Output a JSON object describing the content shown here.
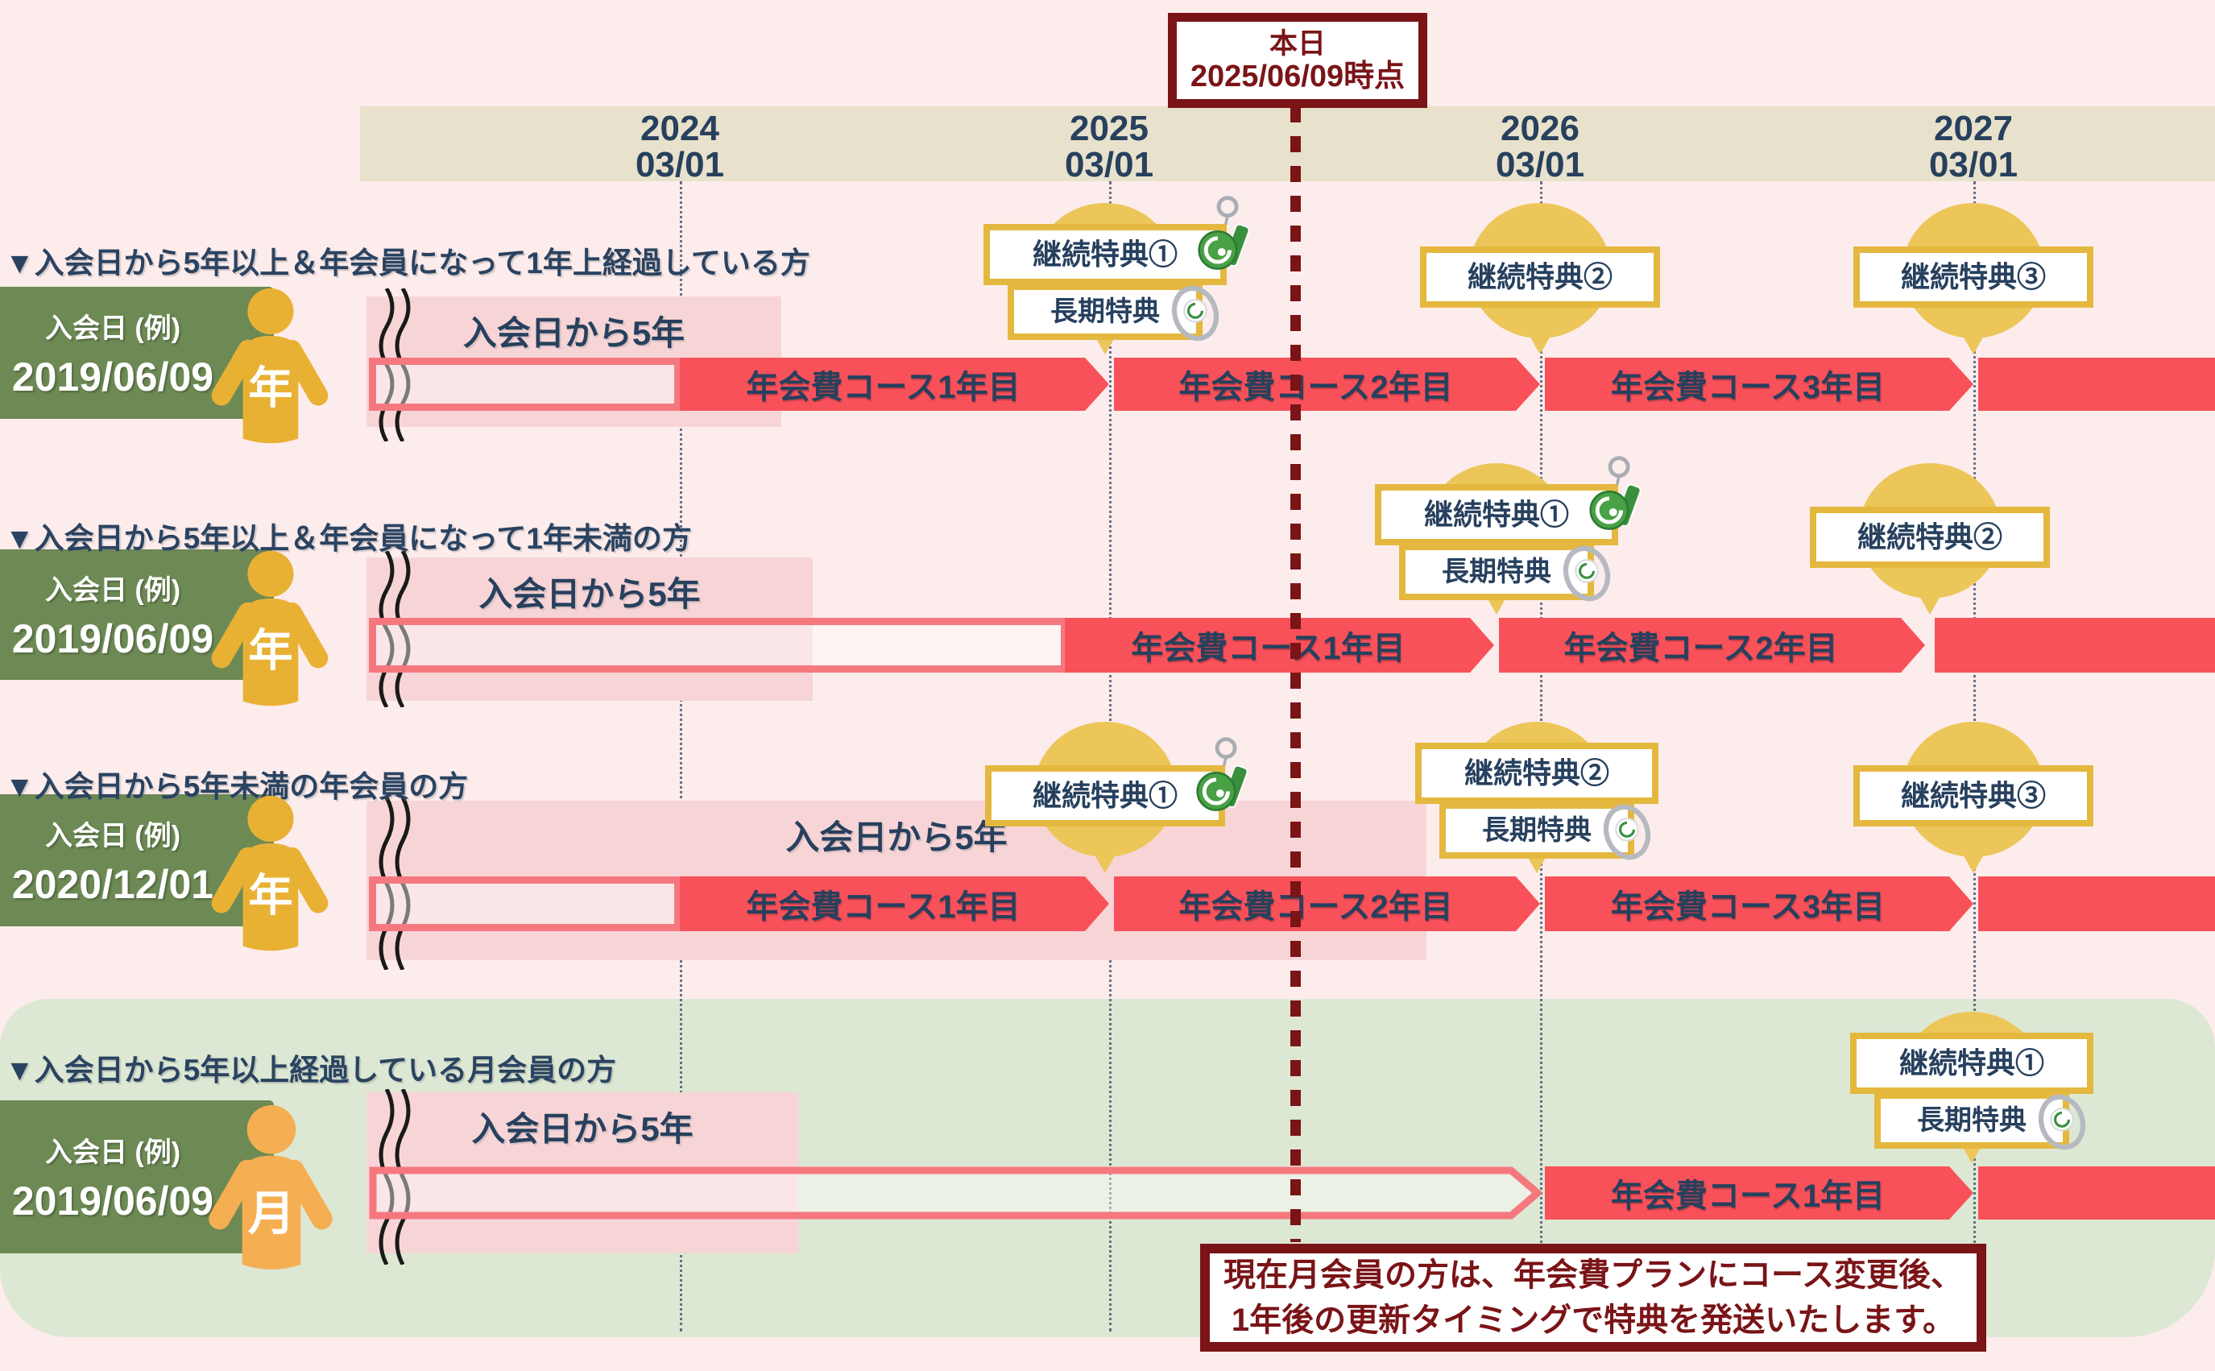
{
  "today": {
    "title": "本日",
    "date": "2025/06/09時点"
  },
  "timeline": {
    "dates": [
      {
        "year": "2024",
        "day": "03/01"
      },
      {
        "year": "2025",
        "day": "03/01"
      },
      {
        "year": "2026",
        "day": "03/01"
      },
      {
        "year": "2027",
        "day": "03/01"
      }
    ]
  },
  "rows": [
    {
      "header": "▼入会日から5年以上＆年会員になって1年上経過している方",
      "join_label": "入会日 (例)",
      "join_date": "2019/06/09",
      "member_type": "年",
      "band_label": "入会日から5年",
      "bars": [
        {
          "label": "年会費コース1年目"
        },
        {
          "label": "年会費コース2年目"
        },
        {
          "label": "年会費コース3年目"
        },
        {
          "label": ""
        }
      ],
      "badges": [
        {
          "items": [
            {
              "label": "継続特典①",
              "icon": "keychain-charm"
            },
            {
              "label": "長期特典",
              "icon": "metal-ring"
            }
          ]
        },
        {
          "items": [
            {
              "label": "継続特典②"
            }
          ]
        },
        {
          "items": [
            {
              "label": "継続特典③"
            }
          ]
        }
      ]
    },
    {
      "header": "▼入会日から5年以上＆年会員になって1年未満の方",
      "join_label": "入会日 (例)",
      "join_date": "2019/06/09",
      "member_type": "年",
      "band_label": "入会日から5年",
      "bars": [
        {
          "label": "年会費コース1年目"
        },
        {
          "label": "年会費コース2年目"
        },
        {
          "label": ""
        }
      ],
      "badges": [
        {
          "items": [
            {
              "label": "継続特典①",
              "icon": "keychain-charm"
            },
            {
              "label": "長期特典",
              "icon": "metal-ring"
            }
          ]
        },
        {
          "items": [
            {
              "label": "継続特典②"
            }
          ]
        }
      ]
    },
    {
      "header": "▼入会日から5年未満の年会員の方",
      "join_label": "入会日 (例)",
      "join_date": "2020/12/01",
      "member_type": "年",
      "band_label": "入会日から5年",
      "bars": [
        {
          "label": "年会費コース1年目"
        },
        {
          "label": "年会費コース2年目"
        },
        {
          "label": "年会費コース3年目"
        },
        {
          "label": ""
        }
      ],
      "badges": [
        {
          "items": [
            {
              "label": "継続特典①",
              "icon": "keychain-charm"
            }
          ]
        },
        {
          "items": [
            {
              "label": "継続特典②"
            },
            {
              "label": "長期特典",
              "icon": "metal-ring"
            }
          ]
        },
        {
          "items": [
            {
              "label": "継続特典③"
            }
          ]
        }
      ]
    },
    {
      "header": "▼入会日から5年以上経過している月会員の方",
      "join_label": "入会日 (例)",
      "join_date": "2019/06/09",
      "member_type": "月",
      "band_label": "入会日から5年",
      "bars": [
        {
          "label": "年会費コース1年目"
        },
        {
          "label": ""
        }
      ],
      "badges": [
        {
          "items": [
            {
              "label": "継続特典①"
            },
            {
              "label": "長期特典",
              "icon": "metal-ring"
            }
          ]
        }
      ]
    }
  ],
  "note": {
    "line1": "現在月会員の方は、年会費プランにコース変更後、",
    "line2": "1年後の更新タイミングで特典を発送いたします。"
  },
  "colors": {
    "background": "#fdecec",
    "timeline_bar": "#e8e1cb",
    "text_navy": "#27405e",
    "green_label_box": "#6d8a54",
    "person_year": "#e9b134",
    "person_month": "#f6ae52",
    "pink_band": "#f7d5d7",
    "bar_red": "#f9515a",
    "hollow_outline": "#f5787f",
    "gold_balloon": "#ecc659",
    "gold_border": "#e4b83e",
    "dark_red": "#7a1417",
    "section_green": "#dce8d3"
  }
}
